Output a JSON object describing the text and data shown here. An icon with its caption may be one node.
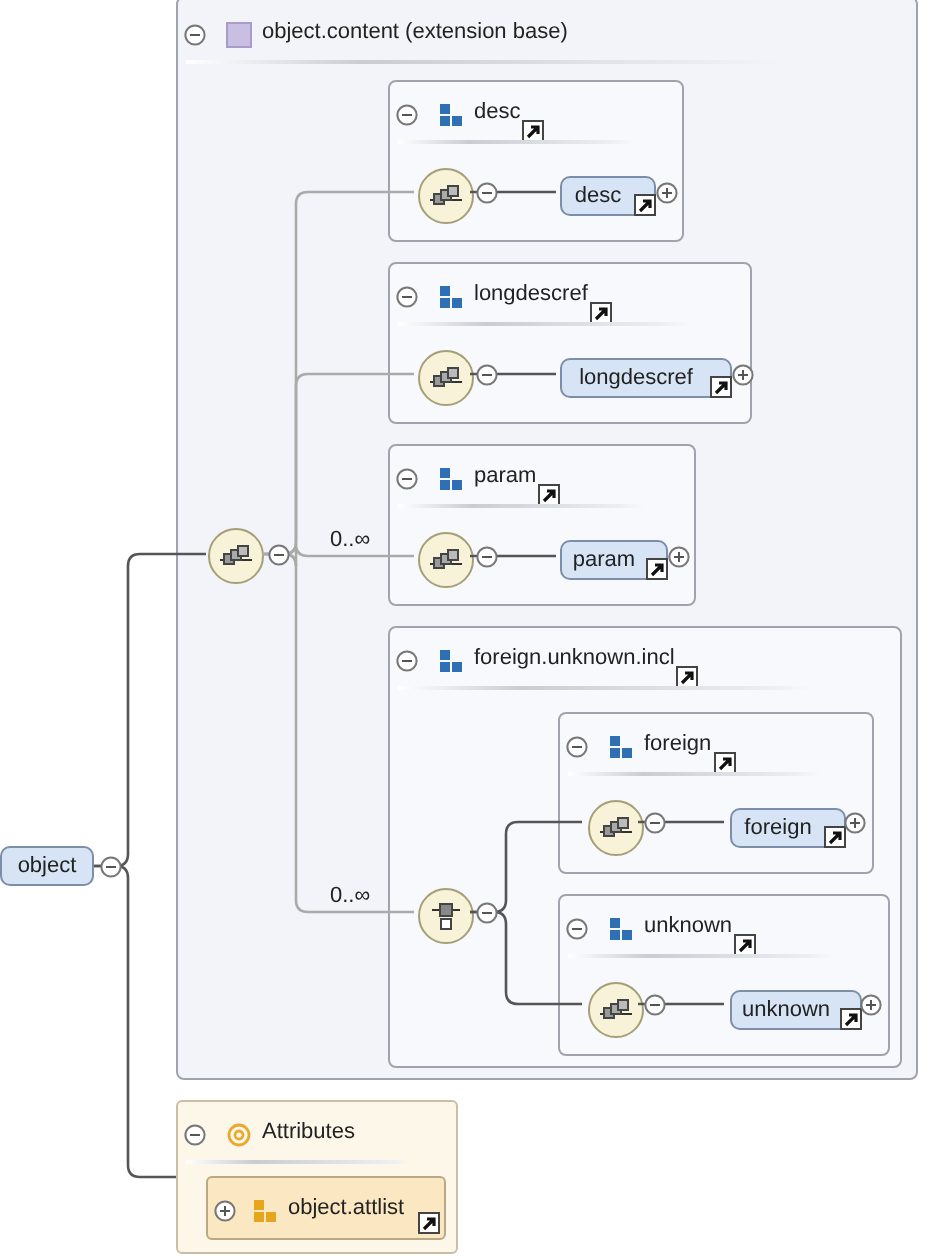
{
  "diagram": {
    "nodes": [
      {
        "text": [
          "object"
        ]
      },
      {
        "text": [
          "object.content (extension base)"
        ]
      },
      {
        "text": [],
        "shape": "circle",
        "in": 1
      },
      {
        "text": [
          "desc"
        ],
        "in": 1
      },
      {
        "text": [],
        "shape": "circle",
        "in": 3
      },
      {
        "text": [
          "desc"
        ],
        "in": 3
      },
      {
        "text": [
          "longdescref"
        ],
        "in": 1
      },
      {
        "text": [],
        "shape": "circle",
        "in": 6
      },
      {
        "text": [
          "longdescref"
        ],
        "in": 6
      },
      {
        "text": [
          "param"
        ],
        "in": 1
      },
      {
        "text": [],
        "shape": "circle",
        "in": 9
      },
      {
        "text": [
          "param"
        ],
        "in": 9
      },
      {
        "text": [
          "foreign.unknown.incl"
        ],
        "in": 1
      },
      {
        "text": [],
        "shape": "circle",
        "in": 12
      },
      {
        "text": [
          "foreign"
        ],
        "in": 12
      },
      {
        "text": [],
        "shape": "circle",
        "in": 14
      },
      {
        "text": [
          "foreign"
        ],
        "in": 14
      },
      {
        "text": [
          "unknown"
        ],
        "in": 12
      },
      {
        "text": [],
        "shape": "circle",
        "in": 17
      },
      {
        "text": [
          "unknown"
        ],
        "in": 17
      },
      {
        "text": [
          "Attributes"
        ]
      },
      {
        "text": [
          "object.attlist"
        ],
        "in": 20
      }
    ],
    "edges": [
      {
        "from": 0,
        "to": 2,
        "arrow": "none"
      },
      {
        "from": 0,
        "to": 20,
        "arrow": "none"
      },
      {
        "from": 2,
        "to": 4,
        "arrow": "none",
        "color": "#aaaaaa"
      },
      {
        "from": 2,
        "to": 7,
        "arrow": "none",
        "color": "#aaaaaa"
      },
      {
        "from": 2,
        "to": 10,
        "arrow": "none",
        "color": "#aaaaaa",
        "label": "0..∞"
      },
      {
        "from": 2,
        "to": 13,
        "arrow": "none",
        "color": "#aaaaaa",
        "label": "0..∞"
      },
      {
        "from": 4,
        "to": 5,
        "arrow": "none"
      },
      {
        "from": 7,
        "to": 8,
        "arrow": "none"
      },
      {
        "from": 10,
        "to": 11,
        "arrow": "none"
      },
      {
        "from": 13,
        "to": 15,
        "arrow": "none"
      },
      {
        "from": 13,
        "to": 18,
        "arrow": "none"
      },
      {
        "from": 15,
        "to": 16,
        "arrow": "none"
      },
      {
        "from": 18,
        "to": 19,
        "arrow": "none"
      }
    ]
  }
}
